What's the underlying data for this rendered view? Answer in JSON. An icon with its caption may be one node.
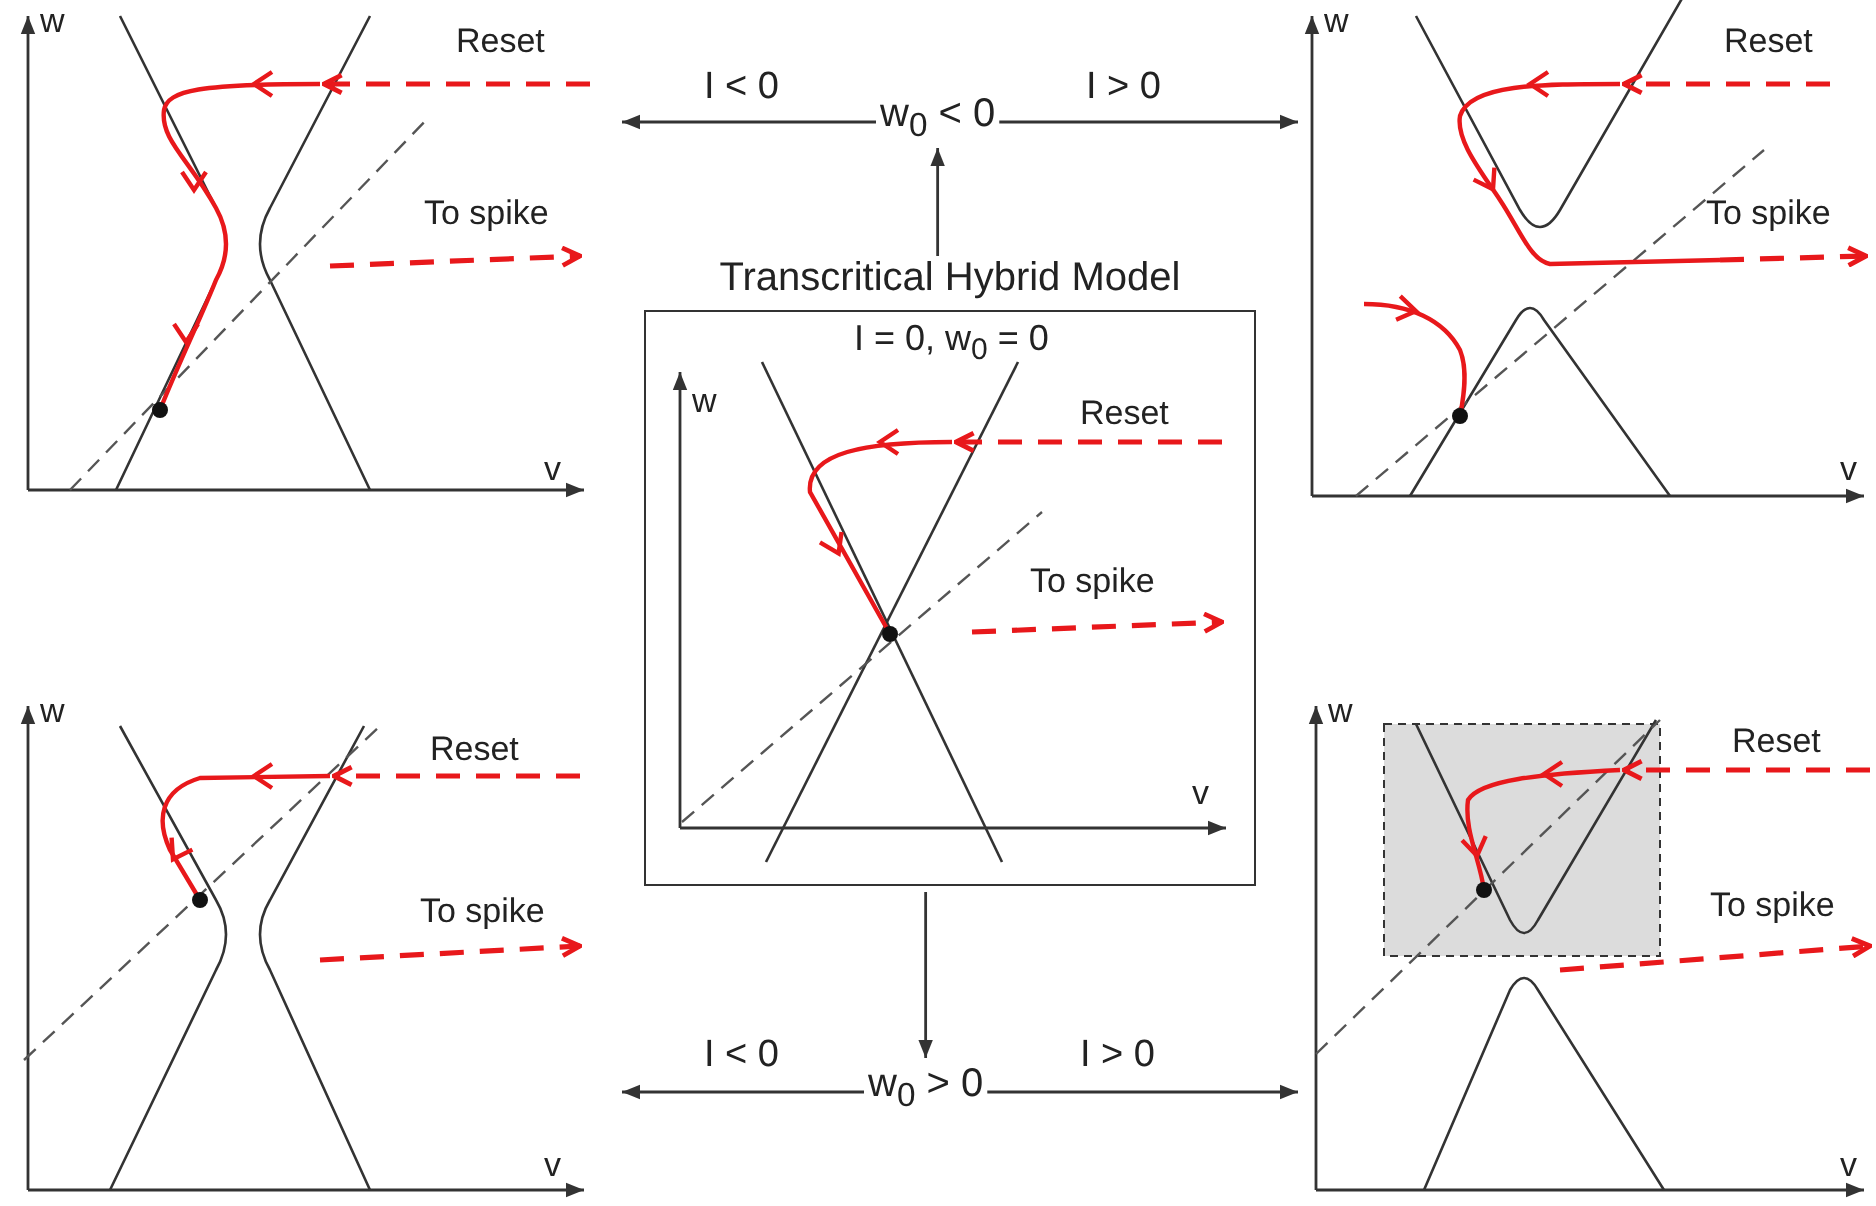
{
  "diagram": {
    "nodes": [
      {
        "text": [
          "w$_{0}$ < 0"
        ]
      },
      {
        "text": [
          "w$_{0}$ > 0"
        ]
      },
      {
        "text": [
          "Transcritical Hybrid Model",
          "I = 0, w$_{0}$ = 0"
        ]
      },
      {
        "text": [],
        "shape": "picture"
      },
      {
        "text": [],
        "shape": "picture"
      },
      {
        "text": [],
        "shape": "picture"
      },
      {
        "text": [],
        "shape": "picture"
      }
    ],
    "edges": [
      {
        "from": 2,
        "to": 0,
        "arrow": "to"
      },
      {
        "from": 0,
        "to": 3,
        "arrow": "to",
        "label": "I < 0"
      },
      {
        "from": 0,
        "to": 4,
        "arrow": "to",
        "label": "I > 0"
      },
      {
        "from": 2,
        "to": 1,
        "arrow": "to"
      },
      {
        "from": 1,
        "to": 5,
        "arrow": "to",
        "label": "I < 0"
      },
      {
        "from": 1,
        "to": 6,
        "arrow": "to",
        "label": "I > 0"
      }
    ],
    "labels": [
      "w",
      "Reset",
      "To spike",
      "v",
      "w",
      "Reset",
      "To spike",
      "v",
      "w",
      "Reset",
      "To spike",
      "v",
      "w",
      "Reset",
      "To spike",
      "v",
      "w",
      "Reset",
      "To spike",
      "v"
    ]
  }
}
